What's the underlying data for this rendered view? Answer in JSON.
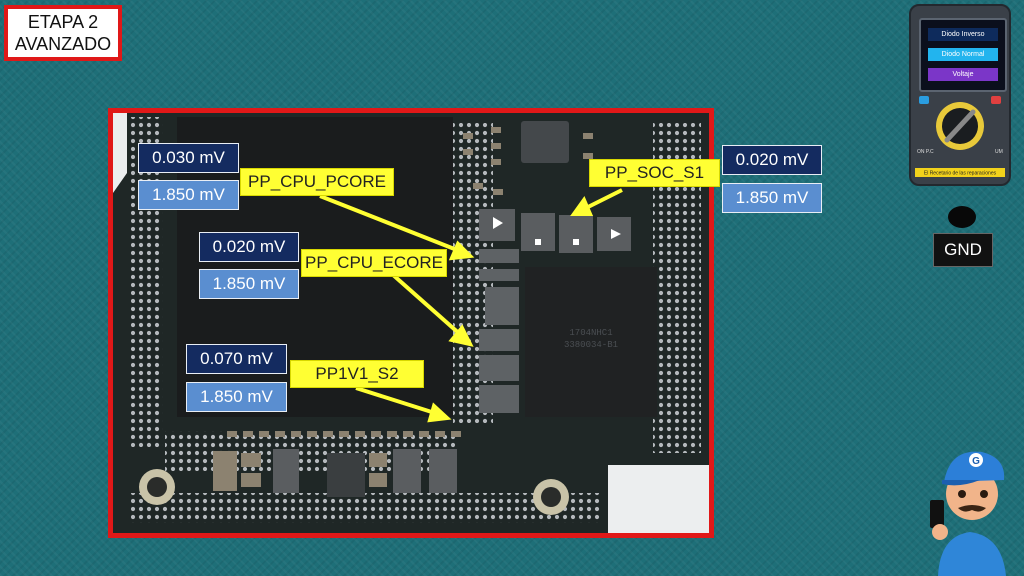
{
  "stage": {
    "line1": "ETAPA 2",
    "line2": "AVANZADO"
  },
  "labels": [
    {
      "id": "cpu-pcore",
      "reading": "0.030 mV",
      "reference": "1.850 mV",
      "rail": "PP_CPU_PCORE"
    },
    {
      "id": "cpu-ecore",
      "reading": "0.020 mV",
      "reference": "1.850 mV",
      "rail": "PP_CPU_ECORE"
    },
    {
      "id": "pp1v1-s2",
      "reading": "0.070 mV",
      "reference": "1.850 mV",
      "rail": "PP1V1_S2"
    },
    {
      "id": "soc-s1",
      "reading": "0.020 mV",
      "reference": "1.850 mV",
      "rail": "PP_SOC_S1"
    }
  ],
  "chip_markings": {
    "line1": "1704NHC1",
    "line2": "3380034-B1"
  },
  "meter": {
    "modes": [
      "Diodo Inverso",
      "Diodo Normal",
      "Voltaje"
    ],
    "footer": "El Recetario de las reparaciones",
    "left_tag": "ON P.C",
    "right_tag": "UM"
  },
  "gnd": {
    "label": "GND"
  },
  "mascot": {
    "badge": "G"
  },
  "colors": {
    "background": "#1e6f78",
    "frame_red": "#e01818",
    "reading_dark": "#142b60",
    "reference_light": "#5a8ed0",
    "rail_yellow": "#ffff33",
    "arrow_yellow": "#ffff33"
  }
}
